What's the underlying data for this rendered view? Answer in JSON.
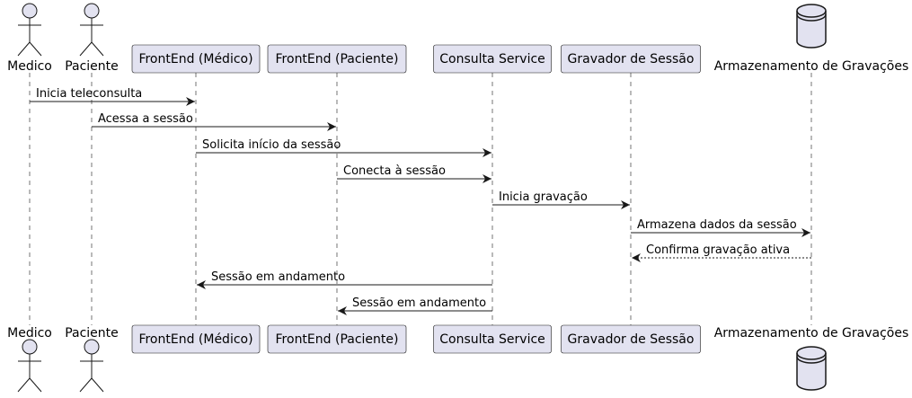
{
  "colors": {
    "participant_fill": "#E2E2F0",
    "participant_stroke": "#181818",
    "lifeline": "#181818",
    "arrow": "#181818",
    "text": "#000000",
    "background": "#FFFFFF"
  },
  "participants": [
    {
      "id": "medico",
      "label": "Medico",
      "type": "actor"
    },
    {
      "id": "paciente",
      "label": "Paciente",
      "type": "actor"
    },
    {
      "id": "fe_medico",
      "label": "FrontEnd (Médico)",
      "type": "participant"
    },
    {
      "id": "fe_paciente",
      "label": "FrontEnd (Paciente)",
      "type": "participant"
    },
    {
      "id": "consulta",
      "label": "Consulta Service",
      "type": "participant"
    },
    {
      "id": "gravador",
      "label": "Gravador de Sessão",
      "type": "participant"
    },
    {
      "id": "armazenamento",
      "label": "Armazenamento de Gravações",
      "type": "database"
    }
  ],
  "messages": [
    {
      "from": "medico",
      "to": "fe_medico",
      "text": "Inicia teleconsulta",
      "style": "solid"
    },
    {
      "from": "paciente",
      "to": "fe_paciente",
      "text": "Acessa a sessão",
      "style": "solid"
    },
    {
      "from": "fe_medico",
      "to": "consulta",
      "text": "Solicita início da sessão",
      "style": "solid"
    },
    {
      "from": "fe_paciente",
      "to": "consulta",
      "text": "Conecta à sessão",
      "style": "solid"
    },
    {
      "from": "consulta",
      "to": "gravador",
      "text": "Inicia gravação",
      "style": "solid"
    },
    {
      "from": "gravador",
      "to": "armazenamento",
      "text": "Armazena dados da sessão",
      "style": "solid"
    },
    {
      "from": "armazenamento",
      "to": "gravador",
      "text": "Confirma gravação ativa",
      "style": "dashed"
    },
    {
      "from": "consulta",
      "to": "fe_medico",
      "text": "Sessão em andamento",
      "style": "solid"
    },
    {
      "from": "consulta",
      "to": "fe_paciente",
      "text": "Sessão em andamento",
      "style": "solid"
    }
  ]
}
